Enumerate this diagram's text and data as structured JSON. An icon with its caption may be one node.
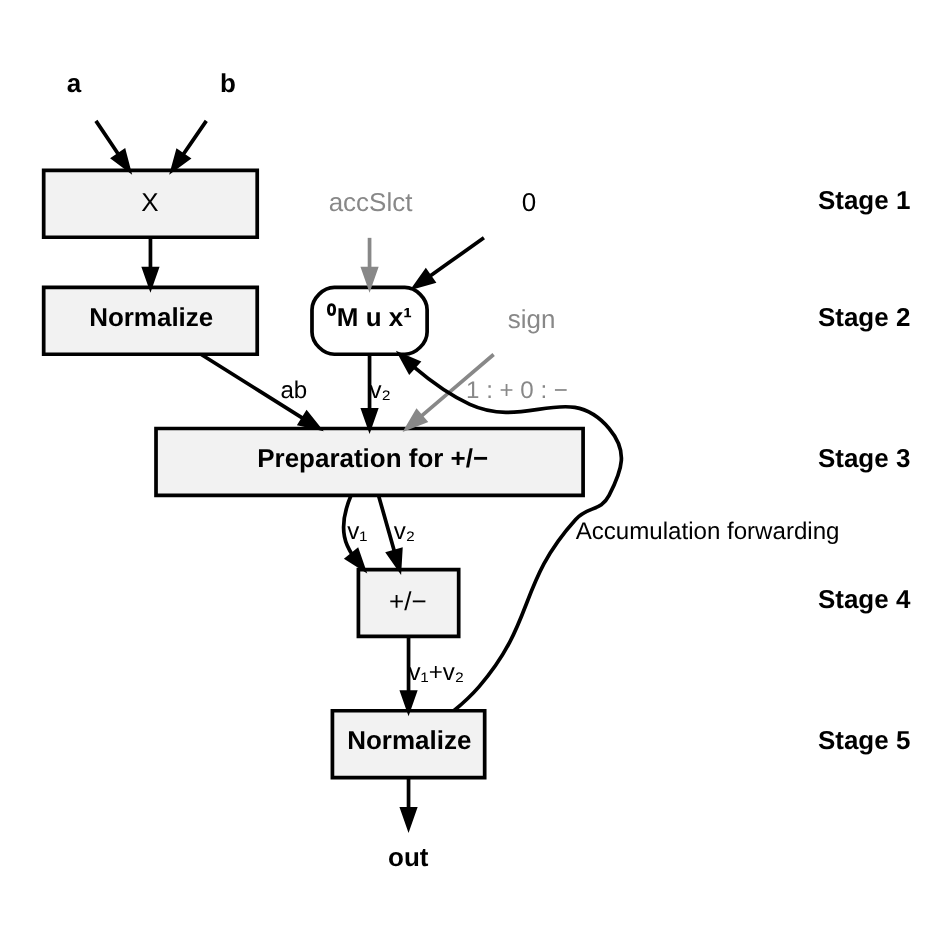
{
  "diagram": {
    "nodes": [
      {
        "text": [
          "a"
        ]
      },
      {
        "text": [
          "b"
        ]
      },
      {
        "text": [
          "X"
        ]
      },
      {
        "text": [
          "Normalize"
        ]
      },
      {
        "text": [
          "accSlct"
        ]
      },
      {
        "text": [
          "0"
        ]
      },
      {
        "text": [
          "⁰M u x¹"
        ]
      },
      {
        "text": [
          "sign"
        ]
      },
      {
        "text": [
          "Preparation for +/−"
        ]
      },
      {
        "text": [
          "+/−"
        ]
      },
      {
        "text": [
          "Normalize"
        ]
      },
      {
        "text": [
          "out"
        ]
      }
    ],
    "edges": [
      {
        "from": 0,
        "to": 2,
        "arrow": "to"
      },
      {
        "from": 1,
        "to": 2,
        "arrow": "to"
      },
      {
        "from": 2,
        "to": 3,
        "arrow": "to"
      },
      {
        "from": 4,
        "to": 6,
        "arrow": "to",
        "color": "#888888"
      },
      {
        "from": 5,
        "to": 6,
        "arrow": "to"
      },
      {
        "from": 3,
        "to": 8,
        "arrow": "to",
        "label": "ab"
      },
      {
        "from": 6,
        "to": 8,
        "arrow": "to",
        "label": "v₂"
      },
      {
        "from": 7,
        "to": 8,
        "arrow": "to",
        "color": "#888888",
        "label": "1 : + 0 : −"
      },
      {
        "from": 8,
        "to": 9,
        "arrow": "to",
        "label": "v₁"
      },
      {
        "from": 8,
        "to": 9,
        "arrow": "to",
        "label": "v₂"
      },
      {
        "from": 9,
        "to": 10,
        "arrow": "to",
        "label": "v₁+v₂"
      },
      {
        "from": 10,
        "to": 11,
        "arrow": "to"
      },
      {
        "from": 10,
        "to": 6,
        "arrow": "to",
        "label": "Accumulation forwarding"
      }
    ],
    "labels": [
      "Stage 1",
      "Stage 2",
      "Stage 3",
      "Stage 4",
      "Stage 5"
    ]
  }
}
